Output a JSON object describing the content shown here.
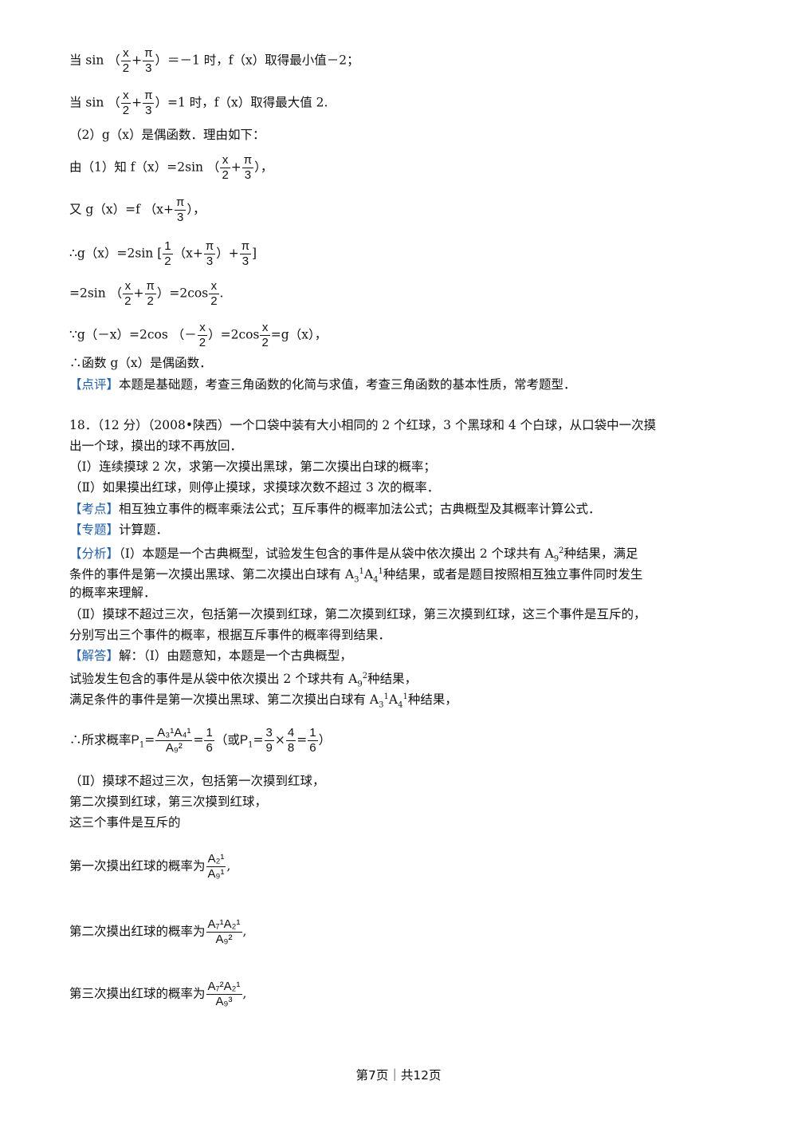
{
  "line1": {
    "pre": "当 sin （",
    "x": "x",
    "two": "2",
    "plus": "+",
    "pi": "π",
    "three": "3",
    "post": "）＝－1 时，f（x）取得最小值－2；"
  },
  "line2": {
    "pre": "当 sin （",
    "x": "x",
    "two": "2",
    "plus": "+",
    "pi": "π",
    "three": "3",
    "post": "）=1 时，f（x）取得最大值 2."
  },
  "line3": "（2）g（x）是偶函数．理由如下：",
  "line4": {
    "pre": "由（1）知 f（x）=2sin （",
    "x": "x",
    "two": "2",
    "plus": "+",
    "pi": "π",
    "three": "3",
    "post": "），"
  },
  "line5": {
    "pre": "又 g（x）=f （x+",
    "pi": "π",
    "three": "3",
    "post": "），"
  },
  "line6": {
    "pre": "∴g（x）=2sin [",
    "one": "1",
    "two": "2",
    "mid": "（x+",
    "pi": "π",
    "three": "3",
    "mid2": "）+",
    "pi2": "π",
    "three2": "3",
    "post": "]"
  },
  "line7": {
    "pre": "=2sin （",
    "x": "x",
    "two": "2",
    "plus": "+",
    "pi": "π",
    "two2": "2",
    "mid": "）=2cos",
    "x2": "x",
    "two3": "2",
    "post": "."
  },
  "line8": {
    "pre": "∵g（－x）=2cos （－",
    "x": "x",
    "two": "2",
    "mid": "）=2cos",
    "x2": "x",
    "two2": "2",
    "post": "=g（x），"
  },
  "line9": "∴函数 g（x）是偶函数．",
  "line10": {
    "tag": "【点评】",
    "text": "本题是基础题，考查三角函数的化简与求值，考查三角函数的基本性质，常考题型．"
  },
  "q18": {
    "l1": "18．（12 分）（2008•陕西）一个口袋中装有大小相同的 2 个红球，3 个黑球和 4 个白球，从口袋中一次摸",
    "l2": "出一个球，摸出的球不再放回．",
    "l3": "（Ⅰ）连续摸球 2 次，求第一次摸出黑球，第二次摸出白球的概率；",
    "l4": "（Ⅱ）如果摸出红球，则停止摸球，求摸球次数不超过 3 次的概率．",
    "kaodian_tag": "【考点】",
    "kaodian": "相互独立事件的概率乘法公式；互斥事件的概率加法公式；古典概型及其概率计算公式．",
    "zhuanti_tag": "【专题】",
    "zhuanti": "计算题．",
    "fenxi_tag": "【分析】",
    "fenxi1a": "（Ⅰ）本题是一个古典概型，试验发生包含的事件是从袋中依次摸出 2 个球共有 A",
    "fenxi1sub": "9",
    "fenxi1sup": "2",
    "fenxi1b": "种结果，满足",
    "fenxi2a": "条件的事件是第一次摸出黑球、第二次摸出白球有 A",
    "fenxi2s1": "3",
    "fenxi2p1": "1",
    "fenxi2m": "A",
    "fenxi2s2": "4",
    "fenxi2p2": "1",
    "fenxi2b": "种结果，或者是题目按照相互独立事件同时发生",
    "fenxi3": "的概率来理解．",
    "fenxi4": "（Ⅱ）摸球不超过三次，包括第一次摸到红球，第二次摸到红球，第三次摸到红球，这三个事件是互斥的，",
    "fenxi5": "分别写出三个事件的概率，根据互斥事件的概率得到结果．",
    "jieda_tag": "【解答】",
    "jieda1": "解：（Ⅰ）由题意知，本题是一个古典概型，",
    "jieda2a": "试验发生包含的事件是从袋中依次摸出 2 个球共有 A",
    "jieda2sub": "9",
    "jieda2sup": "2",
    "jieda2b": "种结果，",
    "jieda3a": "满足条件的事件是第一次摸出黑球、第二次摸出白球有 A",
    "jieda3s1": "3",
    "jieda3p1": "1",
    "jieda3m": "A",
    "jieda3s2": "4",
    "jieda3p2": "1",
    "jieda3b": "种结果，",
    "p1_pre": "∴所求概率",
    "p1_label": "P",
    "p1_sub": "1",
    "p1_eq": "=",
    "p1_num": "A₃¹A₄¹",
    "p1_den": "A₉²",
    "p1_eq2": "=",
    "p1_one": "1",
    "p1_six": "6",
    "p1_or": "（或P",
    "p1_or_sub": "1",
    "p1_or_eq": "=",
    "p1_three": "3",
    "p1_nine": "9",
    "p1_times": "×",
    "p1_four": "4",
    "p1_eight": "8",
    "p1_eq3": "=",
    "p1_one2": "1",
    "p1_six2": "6",
    "p1_close": "）",
    "ii1": "（Ⅱ）摸球不超过三次，包括第一次摸到红球，",
    "ii2": "第二次摸到红球，第三次摸到红球，",
    "ii3": "这三个事件是互斥的",
    "first_pre": "第一次摸出红球的概率为",
    "first_num": "A₂¹",
    "first_den": "A₉¹",
    "first_post": ",",
    "second_pre": "第二次摸出红球的概率为",
    "second_num": "A₇¹A₂¹",
    "second_den": "A₉²",
    "second_post": ",",
    "third_pre": "第三次摸出红球的概率为",
    "third_num": "A₇²A₂¹",
    "third_den": "A₉³",
    "third_post": ","
  },
  "footer": "第7页｜共12页"
}
